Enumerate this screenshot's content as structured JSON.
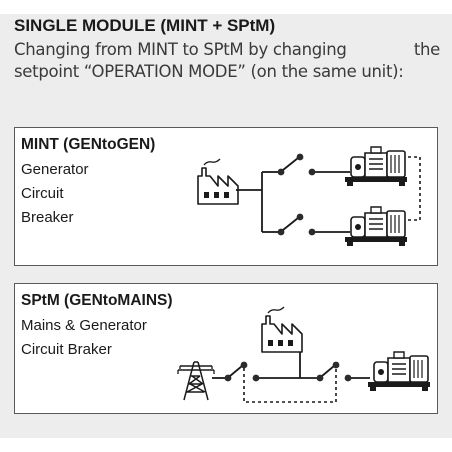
{
  "heading": {
    "title": "SINGLE MODULE (MINT + SPtM)",
    "subtitle_line1_a": "Changing from MINT to SPtM by changing",
    "subtitle_line1_b": "the",
    "subtitle_line2": "setpoint “OPERATION MODE” (on the same unit):"
  },
  "mint": {
    "title": "MINT (GENtoGEN)",
    "lines": [
      "Generator",
      "Circuit",
      "Breaker"
    ]
  },
  "sptm": {
    "title": "SPtM (GENtoMAINS)",
    "lines": [
      "Mains & Generator",
      "Circuit Braker"
    ]
  },
  "colors": {
    "panel": "#ededed",
    "box_border": "#5a5a5a",
    "line": "#1a1a1a",
    "node": "#2b2b2b"
  },
  "icons": [
    "factory-icon",
    "generator-icon",
    "power-pylon-icon",
    "circuit-breaker-switch-icon"
  ]
}
